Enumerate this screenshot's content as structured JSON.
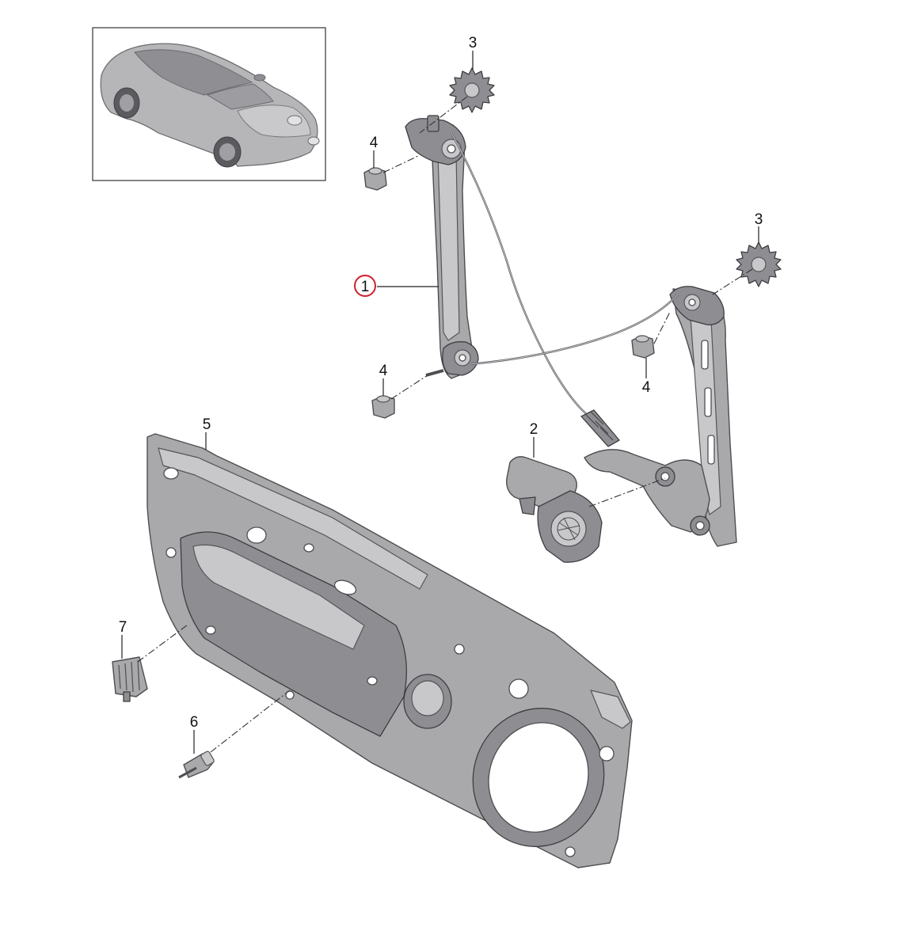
{
  "callouts": {
    "c1": "1",
    "c2": "2",
    "c3a": "3",
    "c3b": "3",
    "c4a": "4",
    "c4b": "4",
    "c4c": "4",
    "c5": "5",
    "c6": "6",
    "c7": "7"
  },
  "colors": {
    "part_fill": "#a9a9ab",
    "part_outline": "#4e4e52",
    "highlight_ring": "#d0202a",
    "background": "#ffffff"
  },
  "icons": {
    "thumbnail": "car-thumbnail-icon"
  }
}
